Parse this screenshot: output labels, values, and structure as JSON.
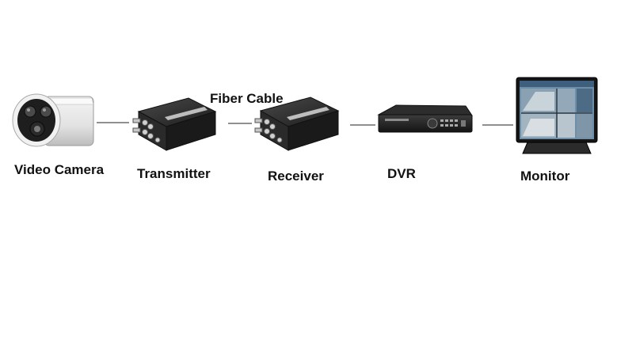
{
  "diagram": {
    "cable_label": "Fiber Cable",
    "nodes": [
      {
        "id": "camera",
        "label": "Video Camera",
        "icon": "camera-icon"
      },
      {
        "id": "transmitter",
        "label": "Transmitter",
        "icon": "transmitter-device-icon"
      },
      {
        "id": "receiver",
        "label": "Receiver",
        "icon": "receiver-device-icon"
      },
      {
        "id": "dvr",
        "label": "DVR",
        "icon": "dvr-icon"
      },
      {
        "id": "monitor",
        "label": "Monitor",
        "icon": "monitor-icon"
      }
    ]
  }
}
